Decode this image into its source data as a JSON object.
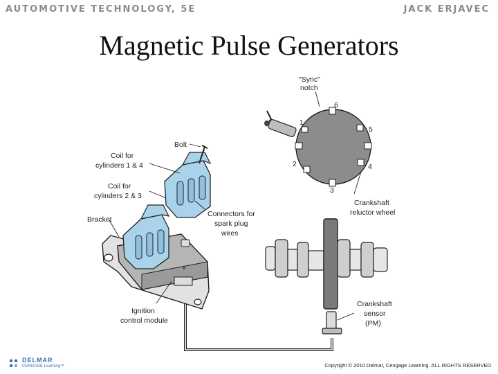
{
  "header": {
    "book_title": "AUTOMOTIVE TECHNOLOGY, 5E",
    "author": "JACK ERJAVEC"
  },
  "slide": {
    "title": "Magnetic Pulse Generators"
  },
  "diagram": {
    "labels": {
      "sync_notch_1": "\"Sync\"",
      "sync_notch_2": "notch",
      "bolt": "Bolt",
      "coil_14_1": "Coil for",
      "coil_14_2": "cylinders 1 & 4",
      "coil_23_1": "Coil for",
      "coil_23_2": "cylinders 2 & 3",
      "connectors_1": "Connectors for",
      "connectors_2": "spark plug",
      "connectors_3": "wires",
      "bracket": "Bracket",
      "crank_wheel_1": "Crankshaft",
      "crank_wheel_2": "reluctor wheel",
      "ignition_1": "Ignition",
      "ignition_2": "control module",
      "crank_sensor_1": "Crankshaft",
      "crank_sensor_2": "sensor",
      "crank_sensor_3": "(PM)"
    },
    "notch_numbers": [
      "1",
      "2",
      "3",
      "4",
      "5",
      "6"
    ],
    "colors": {
      "wheel": "#8c8c8c",
      "coil": "#a9d3ea",
      "module": "#b5b5b5",
      "outline": "#222222"
    }
  },
  "footer": {
    "logo_main": "DELMAR",
    "logo_sub": "CENGAGE Learning™",
    "copyright": "Copyright © 2010 Delmar, Cengage Learning. ALL RIGHTS RESERVED"
  }
}
